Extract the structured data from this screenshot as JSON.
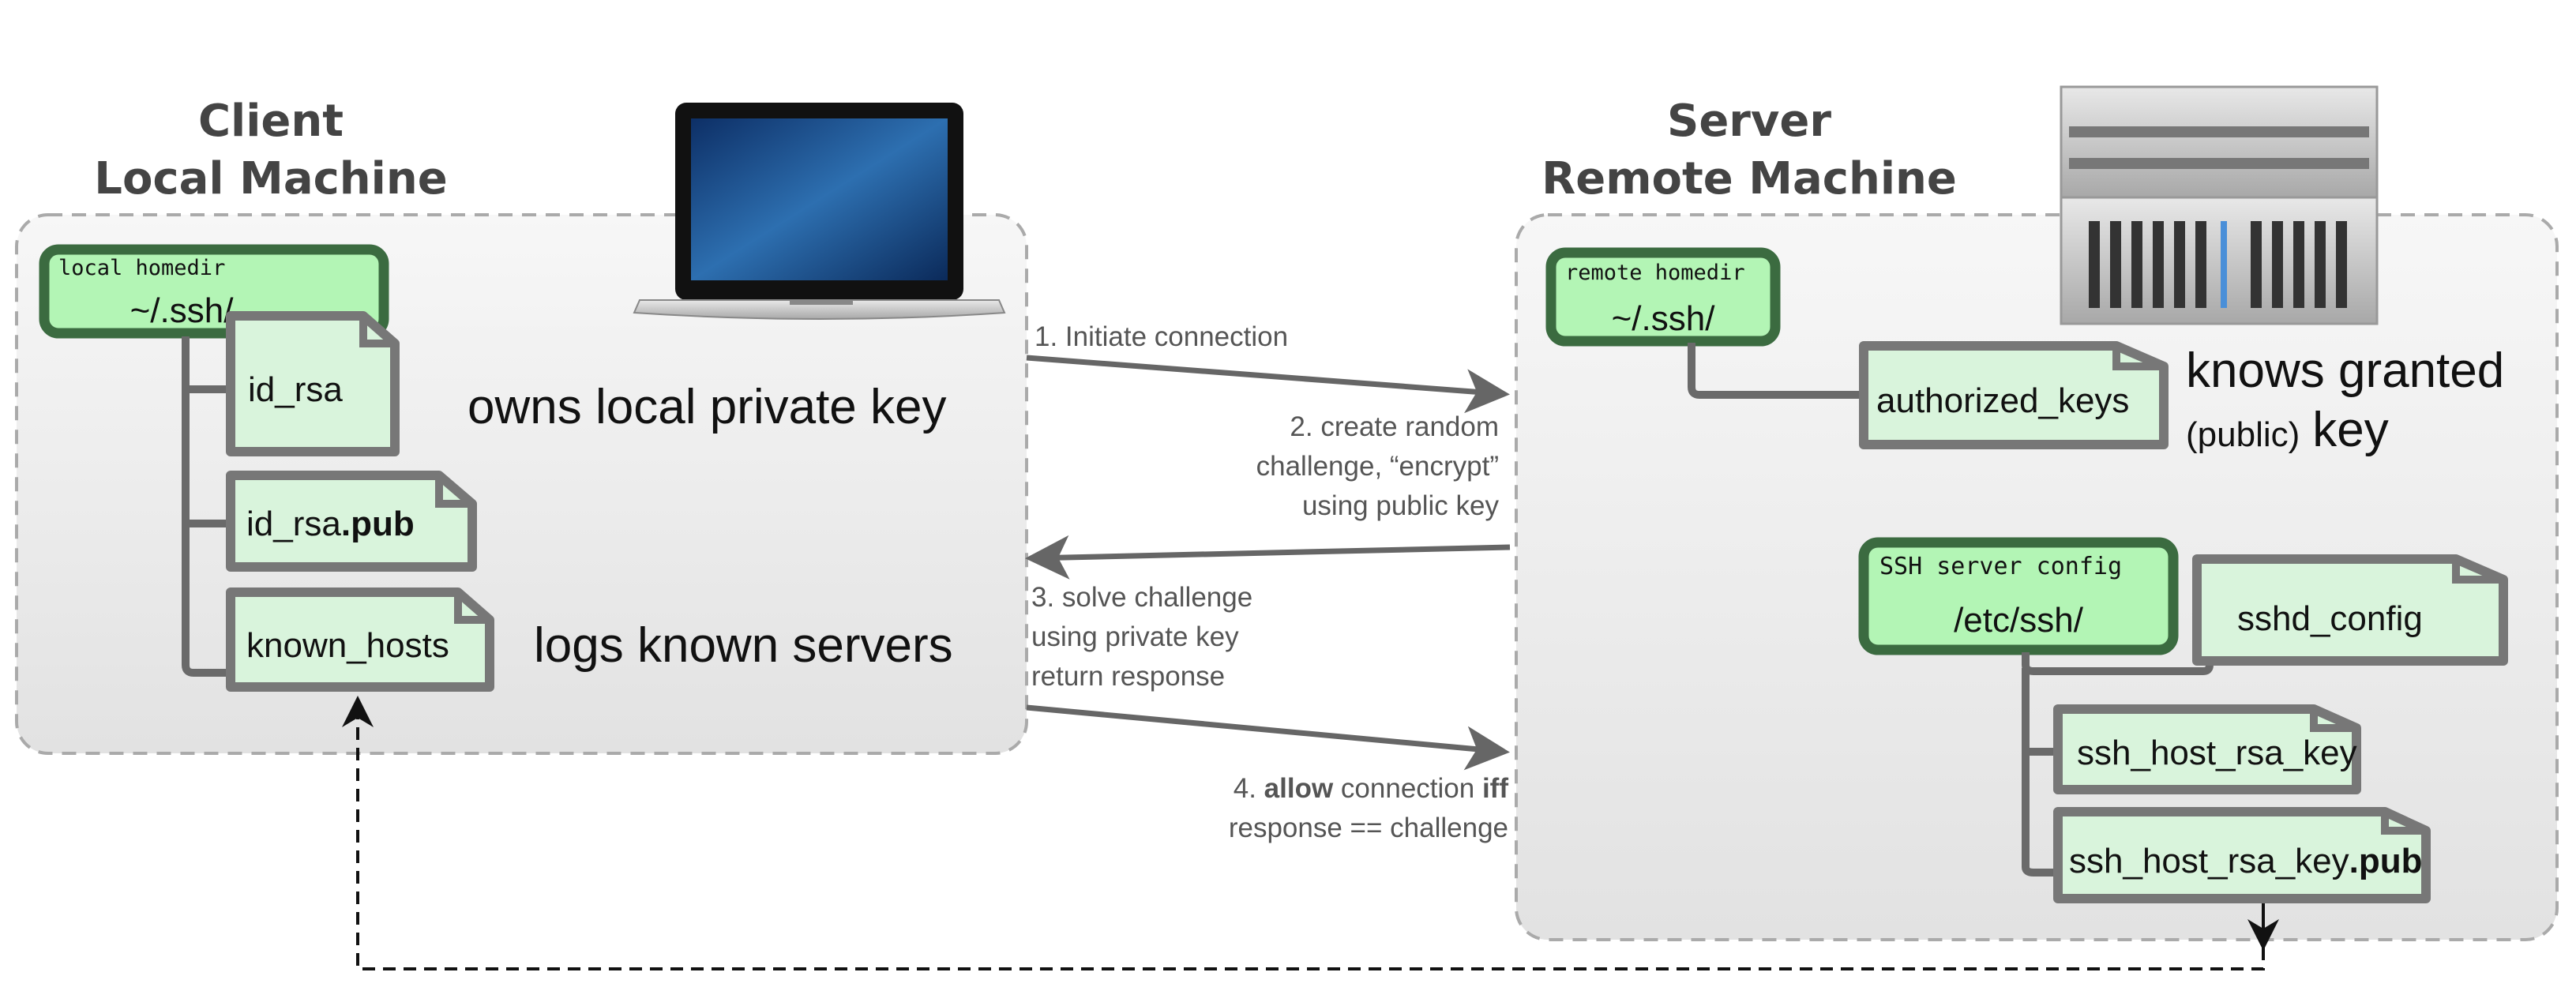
{
  "client": {
    "title_line1": "Client",
    "title_line2": "Local Machine",
    "homedir_label": "local homedir",
    "homedir_path": "~/.ssh/",
    "files": [
      {
        "name": "id_rsa",
        "bold_suffix": ""
      },
      {
        "name": "id_rsa",
        "bold_suffix": ".pub"
      },
      {
        "name": "known_hosts",
        "bold_suffix": ""
      }
    ],
    "note_private_key": "owns local private key",
    "note_known_servers": "logs known servers",
    "image_icon": "laptop-icon"
  },
  "server": {
    "title_line1": "Server",
    "title_line2": "Remote Machine",
    "homedir_label": "remote homedir",
    "homedir_path": "~/.ssh/",
    "authorized_keys": "authorized_keys",
    "note_line1": "knows granted",
    "note_small": "(public)",
    "note_line2": "key",
    "config_label": "SSH server config",
    "config_path": "/etc/ssh/",
    "config_files": [
      {
        "name": "sshd_config",
        "bold_suffix": ""
      },
      {
        "name": "ssh_host_rsa_key",
        "bold_suffix": ""
      },
      {
        "name": "ssh_host_rsa_key",
        "bold_suffix": ".pub"
      }
    ],
    "image_icon": "server-rack-icon"
  },
  "steps": {
    "s1": "1. Initiate connection",
    "s2": [
      "2. create random",
      "challenge, “encrypt”",
      "using public key"
    ],
    "s3": [
      "3. solve challenge",
      "using private key",
      "return response"
    ],
    "s4_prefix": "4. ",
    "s4_bold1": "allow",
    "s4_mid": " connection ",
    "s4_bold2": "iff",
    "s4_line2": "response == challenge"
  },
  "colors": {
    "dir_fill": "#b3f5b5",
    "dir_border": "#3b6b40",
    "file_fill": "#d9f4dc",
    "file_border": "#777777"
  }
}
